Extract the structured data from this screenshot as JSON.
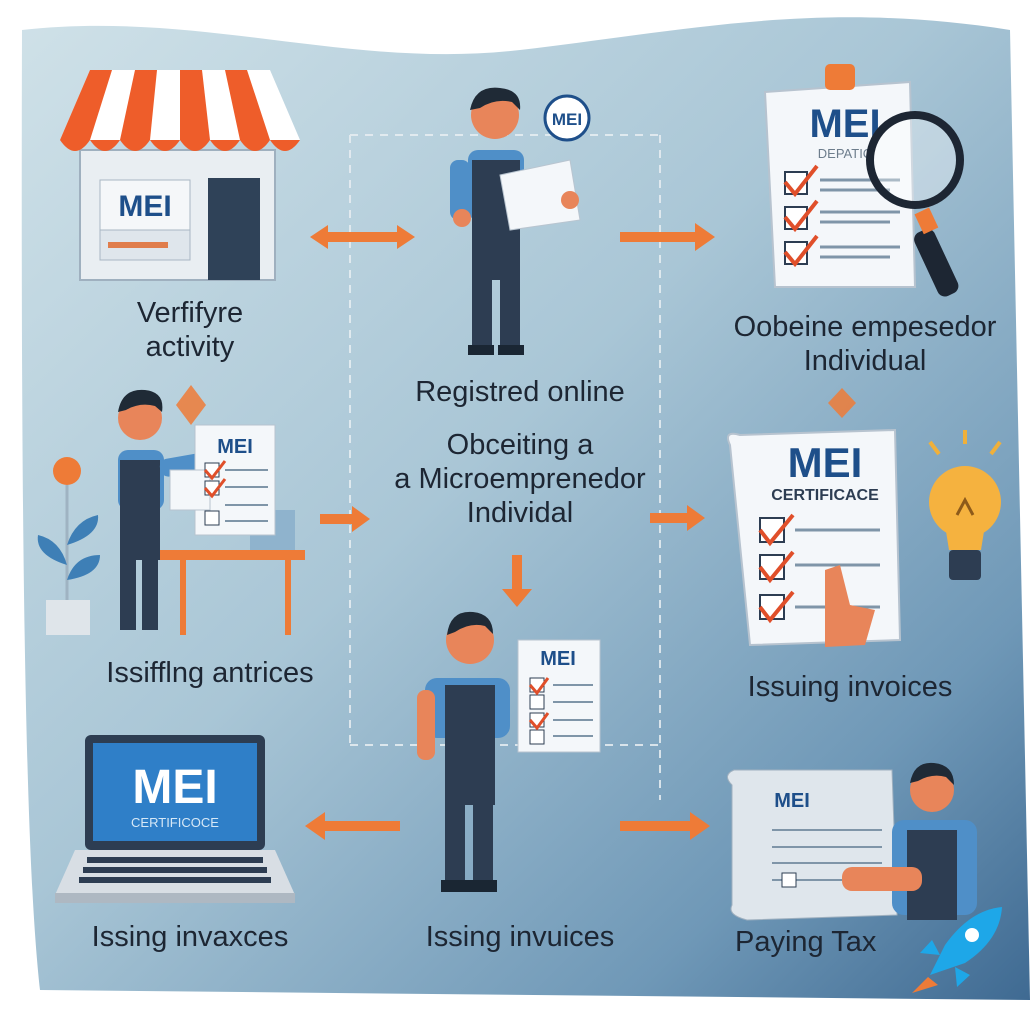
{
  "steps": {
    "verify": {
      "caption": "Verfifyre\nactivity",
      "sign": "MEI"
    },
    "register": {
      "caption_main": "Registred online",
      "caption_sub": "Obceiting  a\na Microemprenedor\nIndividal",
      "badge": "MEI"
    },
    "obtain": {
      "caption": "Oobeine empesedor\nIndividual",
      "doc": "MEI",
      "doc_sub": "DEPATIC"
    },
    "issuing_articles": {
      "caption": "Issifflng antrices",
      "doc": "MEI"
    },
    "certificate": {
      "caption": "Issuing invoices",
      "doc": "MEI",
      "doc_sub": "CERTIFICACE"
    },
    "center_invoice": {
      "caption": "Issing invuices",
      "doc": "MEI"
    },
    "laptop": {
      "caption": "Issing invaxces",
      "screen": "MEI",
      "screen_sub": "CERTIFICOCE"
    },
    "taxes": {
      "caption": "Paying Tax",
      "doc": "MEI"
    }
  },
  "colors": {
    "orange": "#ee7b37",
    "blue_shirt": "#4f8fc8",
    "overall": "#2d3d52",
    "dark_blue_text": "#1e4f8a",
    "bg_light": "#c7dbe4",
    "bg_dark": "#3f6c93"
  },
  "icons": [
    "storefront-icon",
    "worker-icon",
    "document-icon",
    "magnifier-icon",
    "lightbulb-icon",
    "plant-icon",
    "laptop-icon",
    "rocket-icon",
    "arrow-icon",
    "checkbox-icon"
  ]
}
